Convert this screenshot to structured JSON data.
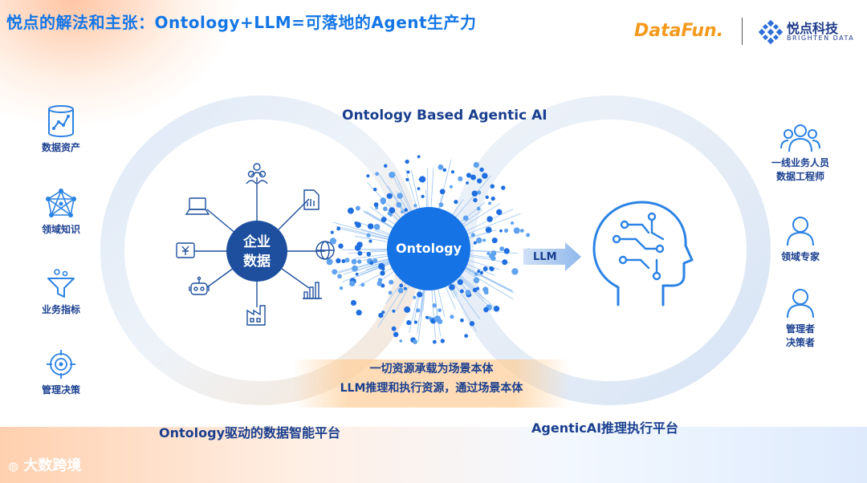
{
  "title": "悦点的解法和主张：Ontology+LLM=可落地的Agent生产力",
  "logos": {
    "datafun": "DataFun.",
    "brighten_cn": "悦点科技",
    "brighten_en": "BRIGHTEN DATA"
  },
  "top_label": "Ontology Based Agentic AI",
  "left_items": [
    {
      "label": "数据资产",
      "icon": "data-asset-icon"
    },
    {
      "label": "领域知识",
      "icon": "knowledge-graph-icon"
    },
    {
      "label": "业务指标",
      "icon": "funnel-icon"
    },
    {
      "label": "管理决策",
      "icon": "target-icon"
    }
  ],
  "right_items": [
    {
      "label_lines": [
        "一线业务人员",
        "数据工程师"
      ],
      "icon": "group-users-icon"
    },
    {
      "label_lines": [
        "领域专家"
      ],
      "icon": "user-icon"
    },
    {
      "label_lines": [
        "管理者",
        "决策者"
      ],
      "icon": "user-icon"
    }
  ],
  "enterprise_hub": {
    "line1": "企业",
    "line2": "数据"
  },
  "ontology_hub": "Ontology",
  "arrow_label": "LLM",
  "banner": {
    "line1": "一切资源承载为场景本体",
    "line2": "LLM推理和执行资源，通过场景本体"
  },
  "bottom_left_label": "Ontology驱动的数据智能平台",
  "bottom_right_label": "AgenticAI推理执行平台",
  "footer": "大数跨境",
  "colors": {
    "primary_blue": "#1476e6",
    "navy": "#1a3f8f",
    "hub_dark": "#1d4f9e",
    "orange": "#f39a1e"
  }
}
